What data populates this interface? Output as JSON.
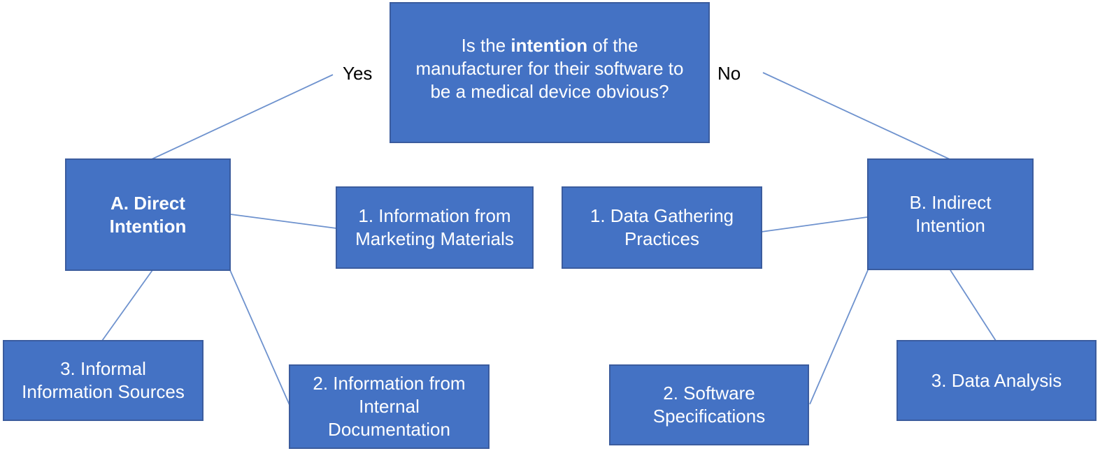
{
  "diagram_title": "Software medical device manufacturer intention decision tree",
  "colors": {
    "node_fill": "#4472C4",
    "node_border": "#3B5C9E",
    "connector_line": "#6E92CE",
    "node_text": "#FFFFFF",
    "branch_label_text": "#000000"
  },
  "question": {
    "line1_prefix": "Is the ",
    "line1_bold": "intention",
    "line1_suffix": " of the",
    "line2": "manufacturer for their software to",
    "line3": "be a medical device obvious?"
  },
  "branch_labels": {
    "yes": "Yes",
    "no": "No"
  },
  "nodes": {
    "direct": {
      "lines": [
        "A. Direct",
        "Intention"
      ]
    },
    "indirect": {
      "lines": [
        "B. Indirect",
        "Intention"
      ]
    },
    "marketing": {
      "lines": [
        "1. Information from",
        "Marketing Materials"
      ]
    },
    "gathering": {
      "lines": [
        "1. Data Gathering",
        "Practices"
      ]
    },
    "informal": {
      "lines": [
        "3. Informal",
        "Information Sources"
      ]
    },
    "internal": {
      "lines": [
        "2. Information from",
        "Internal",
        "Documentation"
      ]
    },
    "software": {
      "lines": [
        "2. Software",
        "Specifications"
      ]
    },
    "analysis": {
      "lines": [
        "3. Data Analysis"
      ]
    }
  }
}
